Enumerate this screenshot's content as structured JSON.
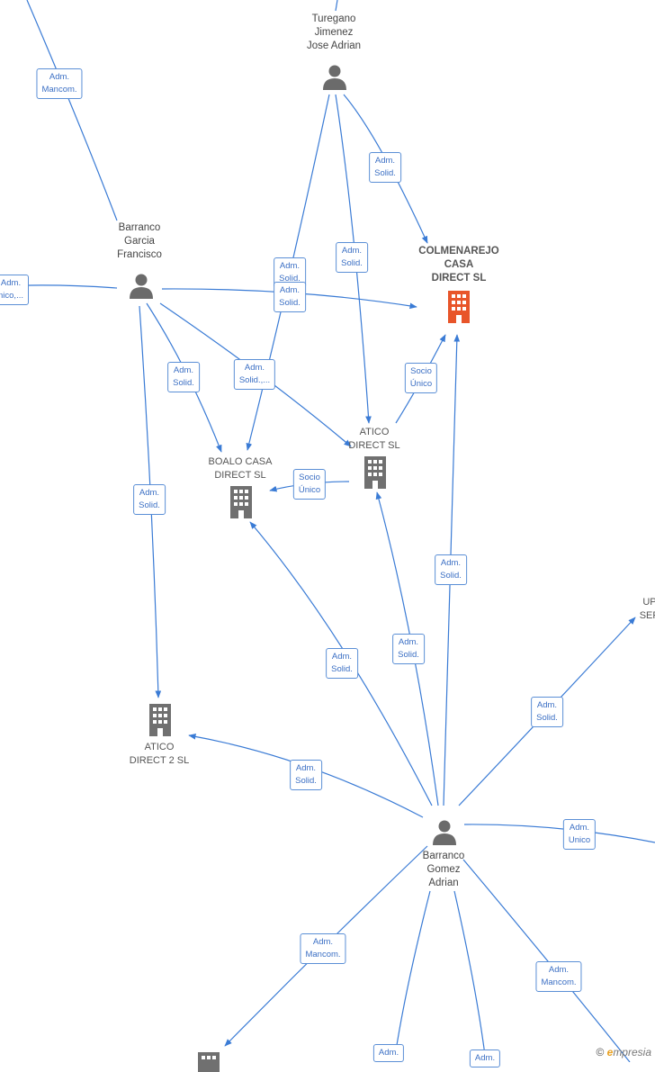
{
  "colors": {
    "edge": "#3a7bd5",
    "person": "#6b6b6b",
    "company": "#707070",
    "highlight_company": "#e8552a"
  },
  "nodes": {
    "turegano": {
      "label": "Turegano\nJimenez\nJose Adrian",
      "type": "person"
    },
    "barranco_garcia": {
      "label": "Barranco\nGarcia\nFrancisco",
      "type": "person"
    },
    "colmenarejo": {
      "label": "COLMENAREJO\nCASA\nDIRECT  SL",
      "type": "company-highlight"
    },
    "boalo": {
      "label": "BOALO CASA\nDIRECT  SL",
      "type": "company"
    },
    "atico_direct": {
      "label": "ATICO\nDIRECT  SL",
      "type": "company"
    },
    "atico_direct2": {
      "label": "ATICO\nDIRECT 2  SL",
      "type": "company"
    },
    "barranco_gomez": {
      "label": "Barranco\nGomez\nAdrian",
      "type": "person"
    },
    "up_ser": {
      "label": "UP\nSER",
      "type": "company"
    }
  },
  "edge_labels": {
    "e1": "Adm.\nMancom.",
    "e2": "Adm.\nSolid.",
    "e3": "Adm.\nSolid.",
    "e4": "Adm.\nSolid.",
    "e5": "Adm.\nSolid.",
    "e6": "Adm.\nnico,...",
    "e7": "Socio\nÚnico",
    "e8": "Adm.\nSolid.",
    "e9": "Adm.\nSolid.,...",
    "e10": "Socio\nÚnico",
    "e11": "Adm.\nSolid.",
    "e12": "Adm.\nSolid.",
    "e13": "Adm.\nSolid.",
    "e14": "Adm.\nSolid.",
    "e15": "Adm.\nSolid.",
    "e16": "Adm.\nSolid.",
    "e17": "Adm.\nUnico",
    "e18": "Adm.\nMancom.",
    "e19": "Adm.\nMancom.",
    "e20": "Adm.",
    "e21": "Adm."
  },
  "brand": {
    "copyright": "©",
    "name": "mpresia",
    "initial": "e"
  }
}
